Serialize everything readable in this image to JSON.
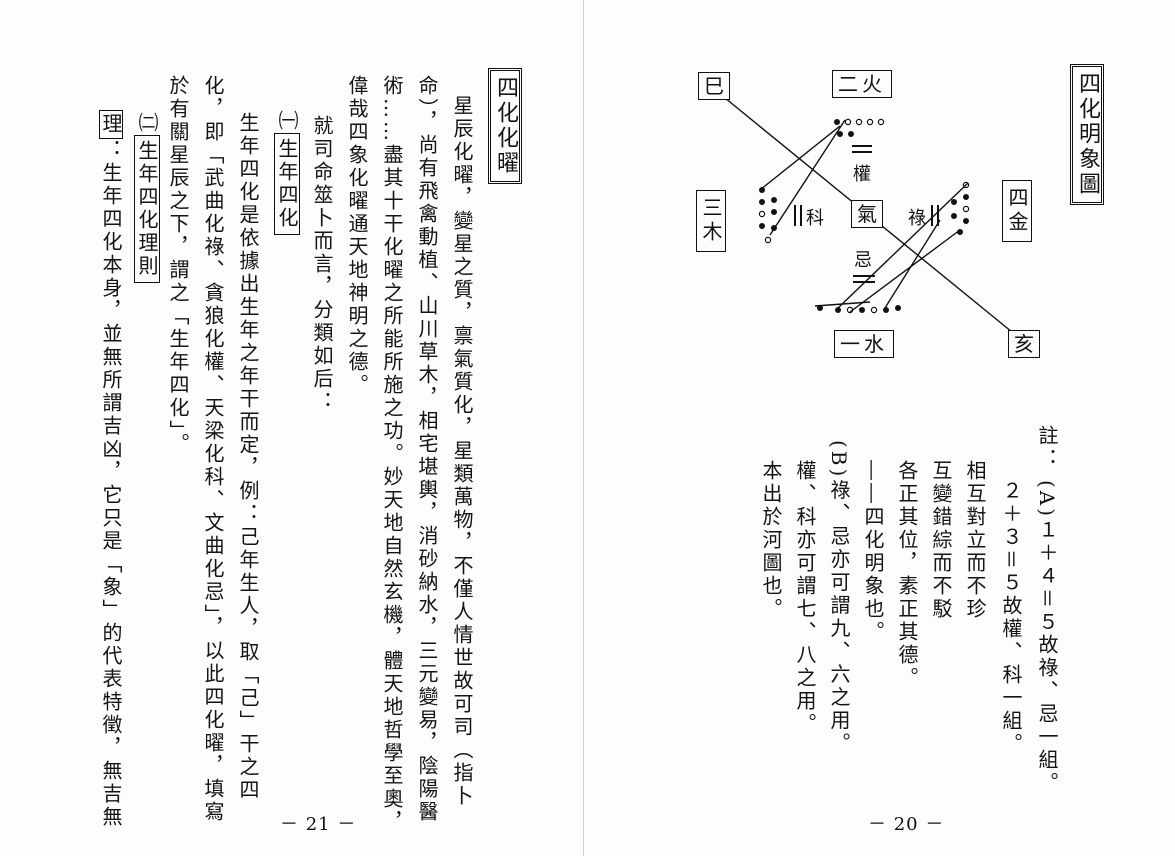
{
  "right_page": {
    "title": "四化明象圖",
    "diagram": {
      "fire": "二火",
      "metal": "四金",
      "wood": "三木",
      "water": "一水",
      "center": "氣",
      "si": "巳",
      "hai": "亥",
      "quan": "權",
      "lu": "祿",
      "ke": "科",
      "ji": "忌"
    },
    "note_lines": [
      "註：",
      "(A)１＋４＝５故祿、忌一組。",
      "２＋３＝５故權、科一組。",
      "相互對立而不珍",
      "互變錯綜而不駁",
      "各正其位，素正其德。",
      "――四化明象也。",
      "(B)祿、忌亦可謂九、六之用。",
      "權、科亦可謂七、八之用。",
      "本出於河圖也。"
    ],
    "page_number": "－ 20 －"
  },
  "left_page": {
    "section_title": "四化化曜",
    "paragraph_lines": [
      "星辰化曜，變星之質，禀氣質化，星類萬物，不僅人情世故可司（指卜",
      "命），尚有飛禽動植、山川草木，相宅堪輿，消砂納水，三元變易，陰陽醫",
      "術……盡其十干化曜之所能所施之功。妙天地自然玄機，體天地哲學至奧，",
      "偉哉四象化曜通天地神明之德。",
      "就司命筮卜而言，分類如后："
    ],
    "subsection1": {
      "marker": "㈠",
      "title": "生年四化"
    },
    "sub1_lines": [
      "生年四化是依據出生年之年干而定，例：己年生人，取「己」干之四",
      "化，即「武曲化祿、貪狼化權、天梁化科、文曲化忌」，以此四化曜，填寫",
      "於有關星辰之下，謂之「生年四化」。"
    ],
    "subsection2": {
      "marker": "㈡",
      "title": "生年四化理則"
    },
    "sub2_first": "理",
    "sub2_rest": "：生年四化本身，並無所謂吉凶，它只是「象」的代表特徵，無吉無",
    "page_number": "－ 21 －"
  }
}
